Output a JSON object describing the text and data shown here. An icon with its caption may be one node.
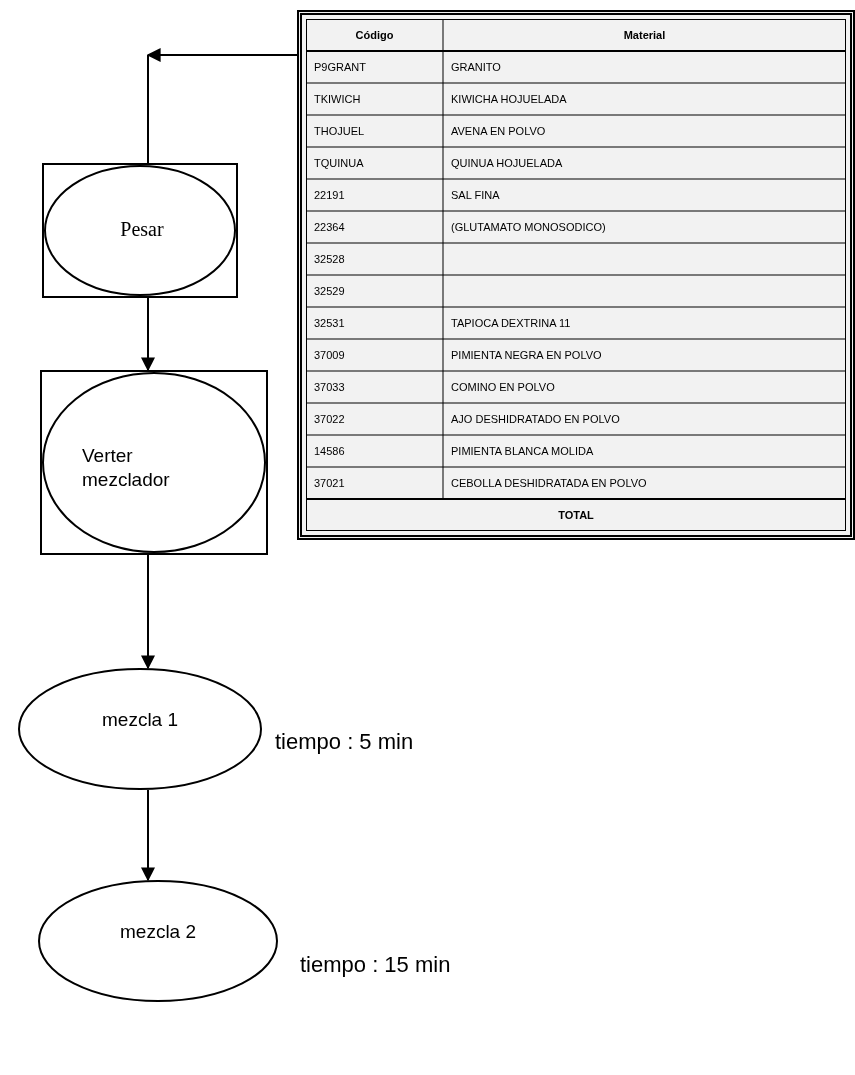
{
  "diagram": {
    "nodes": [
      {
        "text": [],
        "shape": "box"
      },
      {
        "text": [
          "Pesar"
        ]
      },
      {
        "text": [
          "Verter mezclador"
        ]
      },
      {
        "text": [
          "mezcla 1"
        ],
        "beside": [
          "tiempo : 5 min"
        ]
      },
      {
        "text": [
          "mezcla 2"
        ],
        "beside": [
          "tiempo : 15 min"
        ]
      }
    ],
    "edges": [
      {
        "from": 0,
        "to": null,
        "arrow": "to"
      },
      {
        "from": 1,
        "to": null,
        "arrow": "none"
      },
      {
        "from": 1,
        "to": 2,
        "arrow": "to"
      },
      {
        "from": 2,
        "to": 3,
        "arrow": "to"
      },
      {
        "from": 3,
        "to": 4,
        "arrow": "to"
      }
    ],
    "labels": [
      "Código",
      "Material",
      "P9GRANT",
      "GRANITO",
      "TKIWICH",
      "KIWICHA HOJUELADA",
      "THOJUEL",
      "AVENA EN POLVO",
      "TQUINUA",
      "QUINUA HOJUELADA",
      "22191",
      "SAL FINA",
      "22364",
      "(GLUTAMATO MONOSODICO)",
      "32528",
      "32529",
      "32531",
      "TAPIOCA DEXTRINA 11",
      "37009",
      "PIMIENTA NEGRA EN POLVO",
      "37033",
      "COMINO EN POLVO",
      "37022",
      "AJO DESHIDRATADO EN POLVO",
      "14586",
      "PIMIENTA BLANCA MOLIDA",
      "37021",
      "CEBOLLA DESHIDRATADA EN POLVO",
      "TOTAL"
    ]
  }
}
